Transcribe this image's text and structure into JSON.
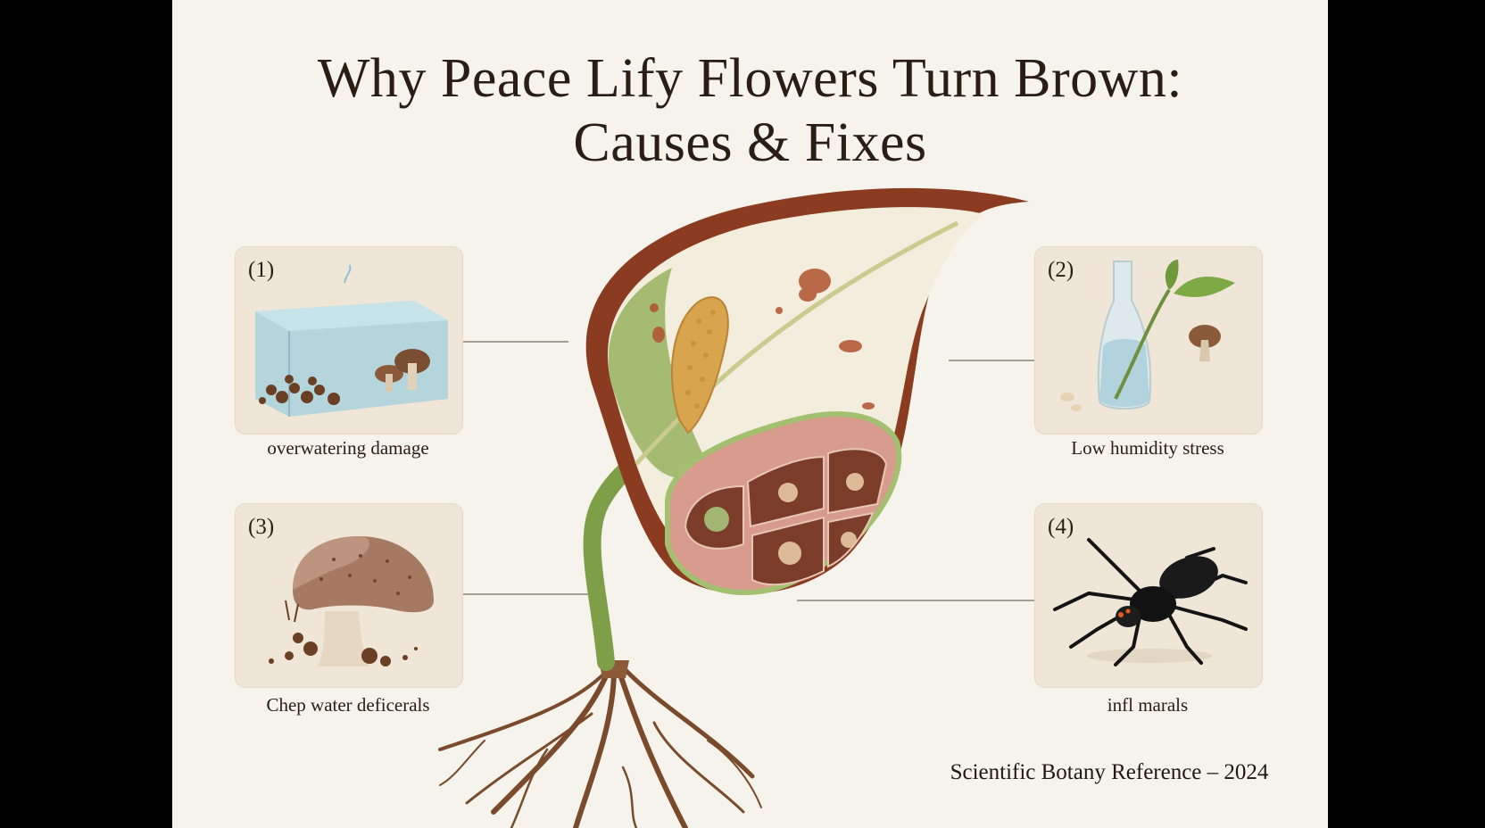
{
  "title": {
    "line1": "Why Peace Lify Flowers Turn Brown:",
    "line2": "Causes & Fixes"
  },
  "panels": [
    {
      "number": "(1)",
      "caption": "overwatering damage",
      "icon": "water-soaked-soil-icon"
    },
    {
      "number": "(2)",
      "caption": "Low humidity stress",
      "icon": "vial-and-sprout-icon"
    },
    {
      "number": "(3)",
      "caption": "Chep water deficerals",
      "icon": "mushroom-icon"
    },
    {
      "number": "(4)",
      "caption": "infl marals",
      "icon": "spider-mite-icon"
    }
  ],
  "footer": "Scientific Botany Reference – 2024",
  "colors": {
    "background": "#f6f3ec",
    "frame": "#000000",
    "text": "#2a1d14",
    "spathe_brown": "#8b3c20",
    "spathe_cream": "#f2eddc",
    "stem_green": "#7e9e48",
    "spadix_gold": "#d9a44e"
  }
}
